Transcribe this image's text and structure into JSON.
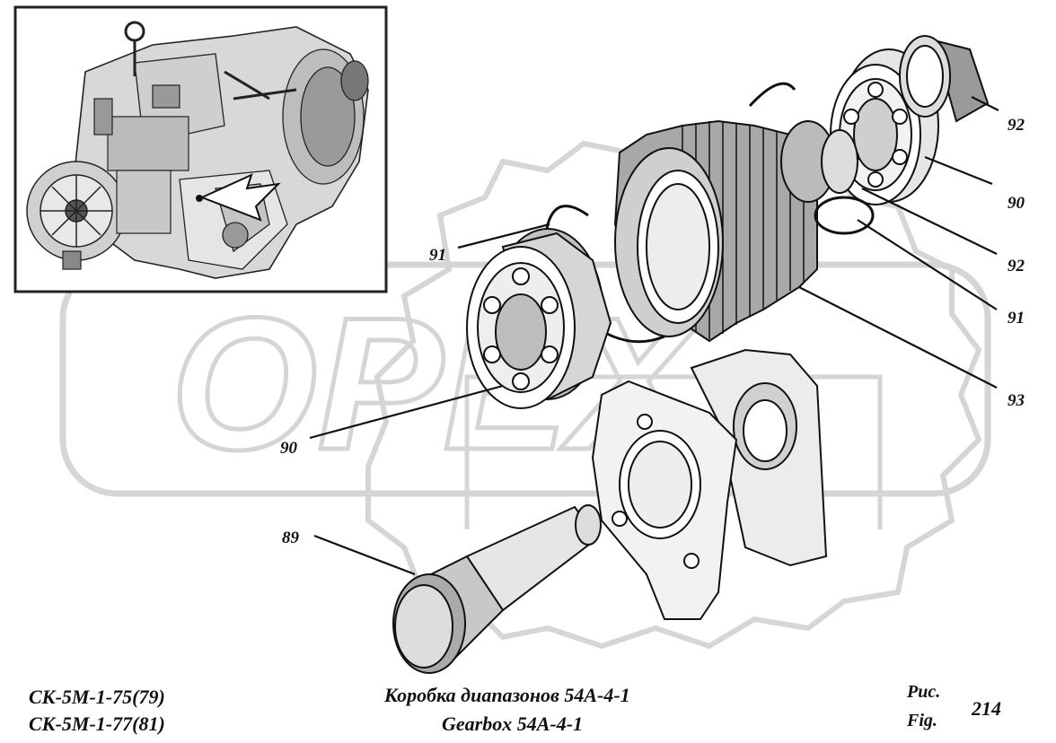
{
  "watermark": {
    "text": "OPEX"
  },
  "callouts": [
    {
      "id": "89",
      "label": "89"
    },
    {
      "id": "90a",
      "label": "90"
    },
    {
      "id": "90b",
      "label": "90"
    },
    {
      "id": "91a",
      "label": "91"
    },
    {
      "id": "91b",
      "label": "91"
    },
    {
      "id": "92a",
      "label": "92"
    },
    {
      "id": "92b",
      "label": "92"
    },
    {
      "id": "93",
      "label": "93"
    }
  ],
  "footer": {
    "models": [
      "СК-5М-1-75(79)",
      "СК-5М-1-77(81)"
    ],
    "title_ru": "Коробка диапазонов 54А-4-1",
    "title_en": "Gearbox 54A-4-1",
    "fig_ru": "Рис.",
    "fig_en": "Fig.",
    "fig_number": "214"
  }
}
